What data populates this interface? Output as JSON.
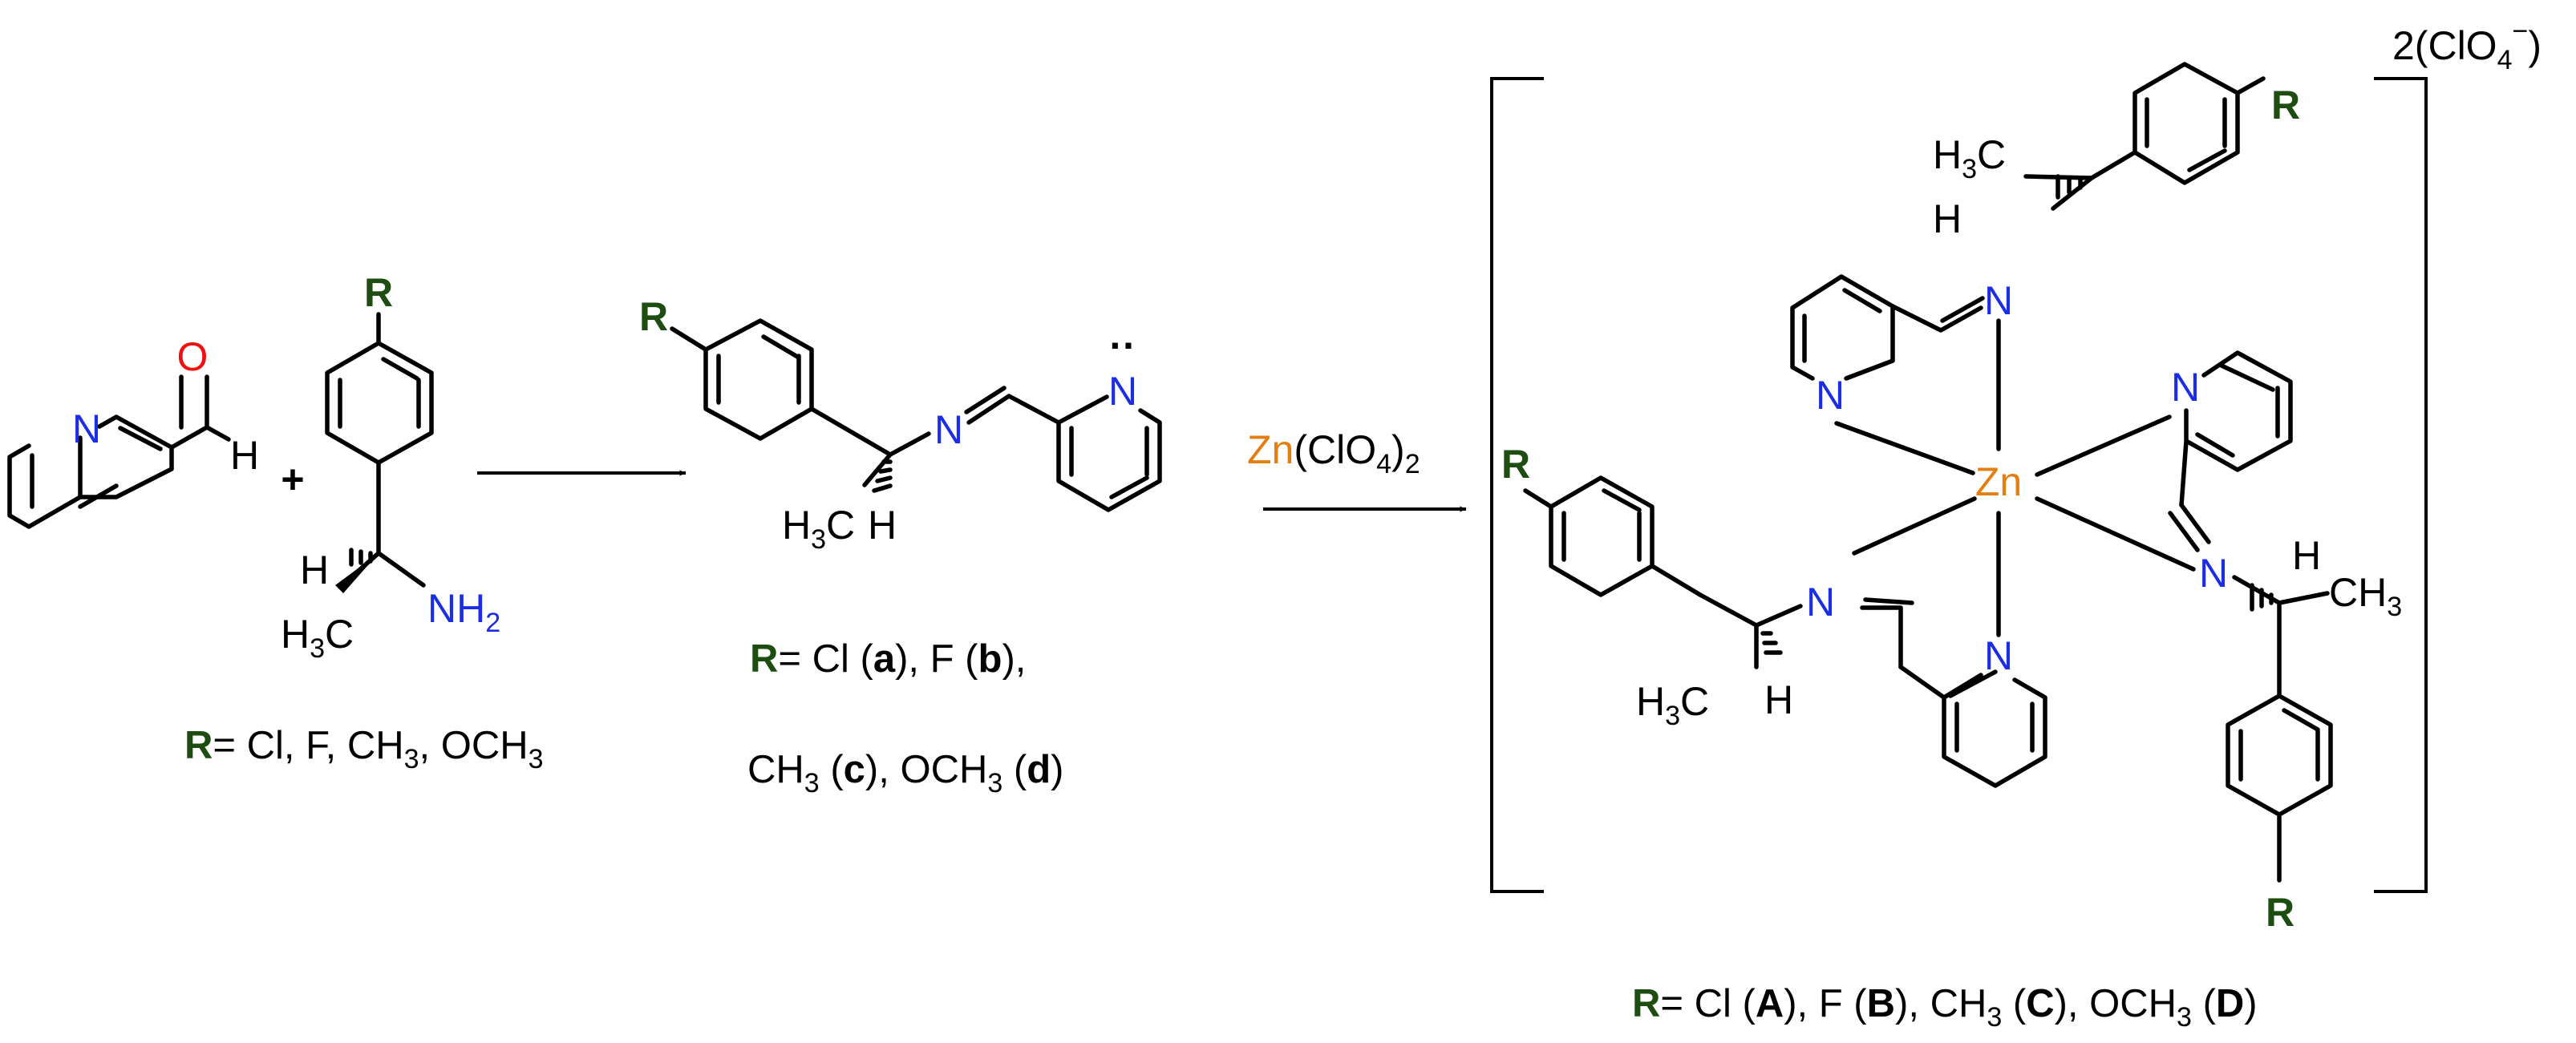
{
  "colors": {
    "bond": "#000000",
    "nitrogen": "#1b2ee6",
    "oxygen": "#ee1111",
    "r_group": "#1e4d12",
    "zinc": "#e37f10"
  },
  "atoms": {
    "N": "N",
    "O": "O",
    "H": "H",
    "R": "R",
    "Zn": "Zn",
    "C": "C",
    "three": "3",
    "two": "2",
    "NH": "NH",
    "plus": "+",
    "lone_pair": "··"
  },
  "reagent": {
    "zn": "Zn",
    "rest": "(ClO",
    "sub4": "4",
    "close": ")",
    "sub2": "2"
  },
  "counterion": {
    "text": "2(ClO",
    "sub": "4",
    "sup": "−",
    "close": ")"
  },
  "captions": {
    "reactant": {
      "r": "R",
      "text": "= Cl, F, CH",
      "sub": "3",
      "tail": ", OCH",
      "sub2": "3"
    },
    "ligand_line1": {
      "r": "R",
      "t1": "= Cl (",
      "a": "a",
      "t2": "), F (",
      "b": "b",
      "t3": "),"
    },
    "ligand_line2": {
      "t1": "CH",
      "s1": "3",
      "t2": " (",
      "c": "c",
      "t3": "), OCH",
      "s2": "3",
      "t4": " (",
      "d": "d",
      "t5": ")"
    },
    "complex": {
      "r": "R",
      "t1": "= Cl (",
      "A": "A",
      "t2": "), F (",
      "B": "B",
      "t3": "), CH",
      "s1": "3",
      "t4": " (",
      "C": "C",
      "t5": "), OCH",
      "s2": "3",
      "t6": " (",
      "D": "D",
      "t7": ")"
    }
  }
}
